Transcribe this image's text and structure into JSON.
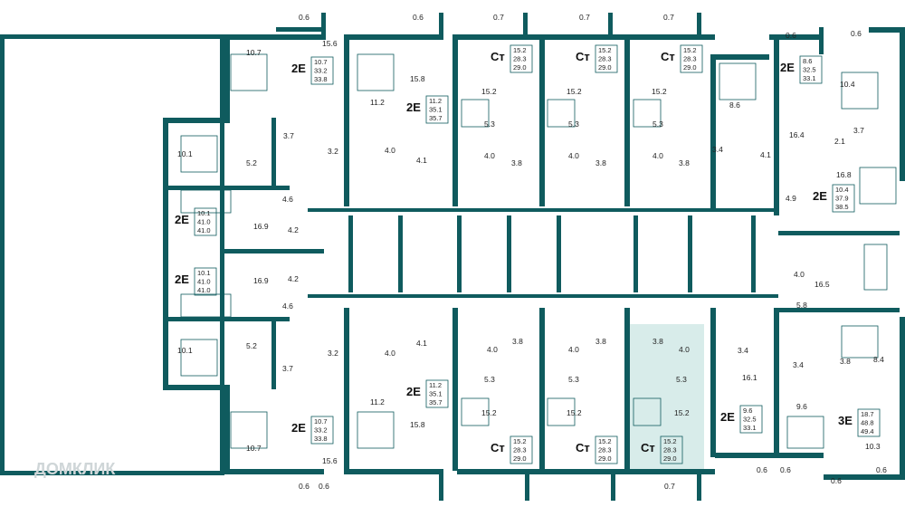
{
  "watermark": "ДОМКЛИК",
  "apartments": [
    {
      "id": "a1",
      "code": "2E",
      "v": [
        "10.7",
        "33.2",
        "33.8"
      ]
    },
    {
      "id": "a2",
      "code": "2E",
      "v": [
        "11.2",
        "35.1",
        "35.7"
      ]
    },
    {
      "id": "a3",
      "code": "Ст",
      "v": [
        "15.2",
        "28.3",
        "29.0"
      ]
    },
    {
      "id": "a4",
      "code": "Ст",
      "v": [
        "15.2",
        "28.3",
        "29.0"
      ]
    },
    {
      "id": "a5",
      "code": "Ст",
      "v": [
        "15.2",
        "28.3",
        "29.0"
      ]
    },
    {
      "id": "a6",
      "code": "2E",
      "v": [
        "8.6",
        "32.5",
        "33.1"
      ]
    },
    {
      "id": "a7",
      "code": "2E",
      "v": [
        "10.1",
        "41.0",
        "41.0"
      ]
    },
    {
      "id": "a8",
      "code": "2E",
      "v": [
        "10.1",
        "41.0",
        "41.0"
      ]
    },
    {
      "id": "a9",
      "code": "2E",
      "v": [
        "10.4",
        "37.9",
        "38.5"
      ]
    },
    {
      "id": "a10",
      "code": "2E",
      "v": [
        "11.2",
        "35.1",
        "35.7"
      ]
    },
    {
      "id": "a11",
      "code": "2E",
      "v": [
        "10.7",
        "33.2",
        "33.8"
      ]
    },
    {
      "id": "a12",
      "code": "Ст",
      "v": [
        "15.2",
        "28.3",
        "29.0"
      ]
    },
    {
      "id": "a13",
      "code": "Ст",
      "v": [
        "15.2",
        "28.3",
        "29.0"
      ]
    },
    {
      "id": "a14",
      "code": "Ст",
      "v": [
        "15.2",
        "28.3",
        "29.0"
      ]
    },
    {
      "id": "a15",
      "code": "2E",
      "v": [
        "9.6",
        "32.5",
        "33.1"
      ]
    },
    {
      "id": "a16",
      "code": "3E",
      "v": [
        "18.7",
        "48.8",
        "49.4"
      ]
    }
  ],
  "room_labels": [
    "10.7",
    "15.6",
    "0.6",
    "3.7",
    "3.2",
    "11.2",
    "15.8",
    "4.0",
    "4.1",
    "0.6",
    "0.7",
    "15.2",
    "5.3",
    "4.0",
    "3.8",
    "15.2",
    "5.3",
    "4.0",
    "3.8",
    "15.2",
    "5.3",
    "4.0",
    "3.8",
    "0.7",
    "0.7",
    "8.6",
    "3.4",
    "4.1",
    "10.4",
    "0.6",
    "0.6",
    "3.7",
    "2.1",
    "16.4",
    "16.8",
    "4.9",
    "10.1",
    "5.2",
    "4.6",
    "16.9",
    "4.2",
    "16.9",
    "4.2",
    "4.6",
    "10.1",
    "5.2",
    "3.2",
    "3.7",
    "4.0",
    "4.1",
    "11.2",
    "15.8",
    "10.7",
    "15.6",
    "0.6",
    "0.6",
    "4.0",
    "3.8",
    "5.3",
    "15.2",
    "4.0",
    "3.8",
    "5.3",
    "15.2",
    "3.8",
    "4.0",
    "5.3",
    "15.2",
    "0.7",
    "4.0",
    "16.5",
    "5.8",
    "3.4",
    "3.4",
    "16.1",
    "3.8",
    "8.4",
    "9.6",
    "10.3",
    "0.6",
    "0.6",
    "0.6",
    "0.6"
  ]
}
